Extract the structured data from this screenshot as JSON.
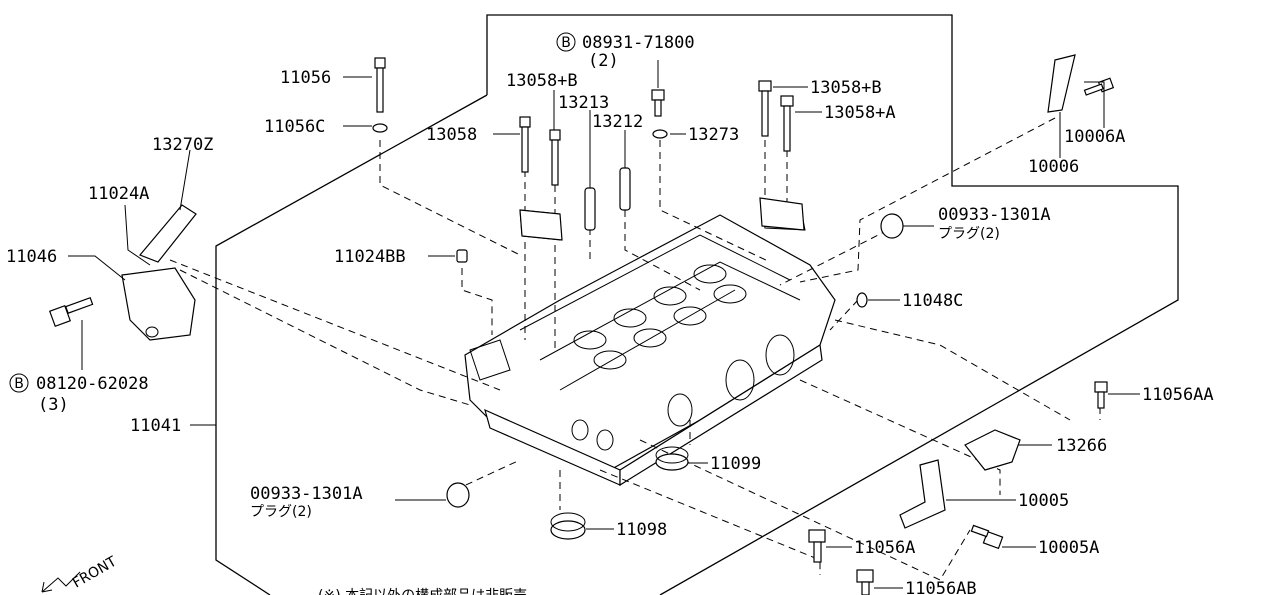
{
  "labels": {
    "p11056": "11056",
    "p11056C": "11056C",
    "p13270Z": "13270Z",
    "p11024A": "11024A",
    "p11046": "11046",
    "p08120": "08120-62028",
    "p08120_qty": "(3)",
    "p08931": "08931-71800",
    "p08931_qty": "(2)",
    "p13058B_1": "13058+B",
    "p13213": "13213",
    "p13212": "13212",
    "p13058": "13058",
    "p13273": "13273",
    "p13058B_2": "13058+B",
    "p13058A": "13058+A",
    "p10006A": "10006A",
    "p10006": "10006",
    "p00933_r": "00933-1301A",
    "p00933_r_sub": "プラグ(2)",
    "p11024BB": "11024BB",
    "p11048C": "11048C",
    "p11056AA": "11056AA",
    "p13266": "13266",
    "p11041": "11041",
    "p11099": "11099",
    "p00933_l": "00933-1301A",
    "p00933_l_sub": "プラグ(2)",
    "p10005": "10005",
    "p11098": "11098",
    "p11056A": "11056A",
    "p10005A": "10005A",
    "p11056AB": "11056AB",
    "marker_b": "B",
    "front": "FRONT",
    "bottom_note": "(※) 本記以外の構成部品は非販売"
  }
}
